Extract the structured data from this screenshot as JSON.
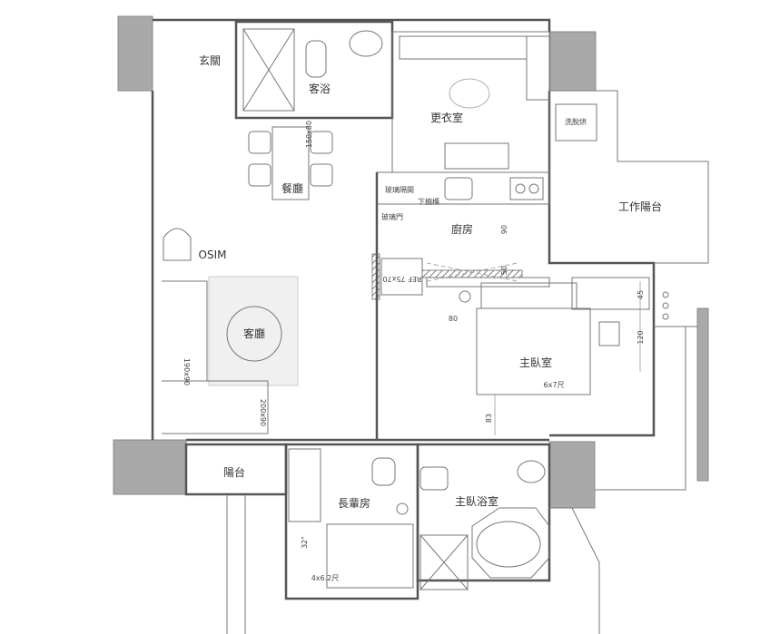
{
  "rooms": {
    "entry": "玄關",
    "guest_bath": "客浴",
    "walk_in_closet": "更衣室",
    "washer_dryer": "洗脫烘",
    "service_balcony": "工作陽台",
    "dining": "餐廳",
    "glass_partition": "玻璃隔間",
    "lower_cabinet": "下櫥櫃",
    "glass_door": "玻璃門",
    "kitchen": "廚房",
    "osim": "OSIM",
    "living": "客廳",
    "master_bedroom": "主臥室",
    "balcony": "陽台",
    "elder_room": "長輩房",
    "master_bath": "主臥浴室"
  },
  "annotations": {
    "fridge": "REF 75x70",
    "dining_table": "150x80",
    "sofa_1": "190x90",
    "sofa_2": "200x90",
    "master_bed": "6x7尺",
    "elder_bed": "4x6.2尺",
    "tv": "32\"",
    "dim_90": "90",
    "dim_50": "50",
    "dim_80": "80",
    "dim_45": "45",
    "dim_120": "120",
    "dim_83": "83"
  },
  "colors": {
    "wall": "#555555",
    "pillar": "#a9a9a9"
  }
}
